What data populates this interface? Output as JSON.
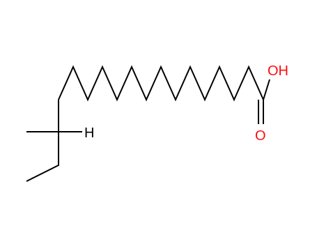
{
  "molecule": {
    "atoms": {
      "hydroxyl": "OH",
      "carbonyl_oxygen": "O",
      "hydrogen": "H"
    },
    "colors": {
      "bond": "#000000",
      "oxygen": "#ff0d0d",
      "hydrogen": "#000000"
    }
  }
}
